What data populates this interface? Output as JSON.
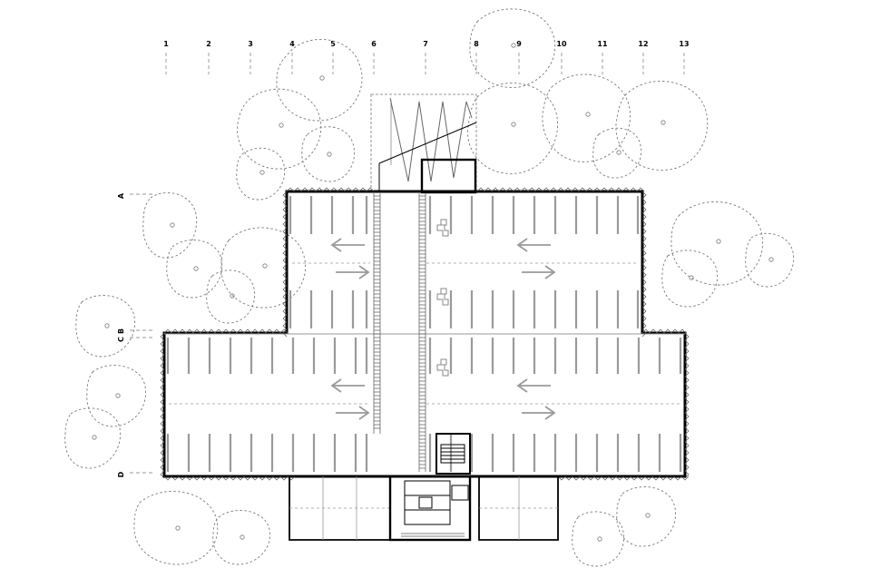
{
  "grid": {
    "columns": [
      "1",
      "2",
      "3",
      "4",
      "5",
      "6",
      "7",
      "8",
      "9",
      "10",
      "11",
      "12",
      "13"
    ],
    "rows": [
      "A",
      "C",
      "B",
      "D"
    ]
  },
  "icons": {
    "tree": "dashed-tree-canopy-icon",
    "direction": "double-arrow-icon",
    "accessible": "accessible-parking-icon"
  },
  "colors": {
    "line": "#000000",
    "stall": "#9a9a9a",
    "tree": "#7a7a7a"
  }
}
